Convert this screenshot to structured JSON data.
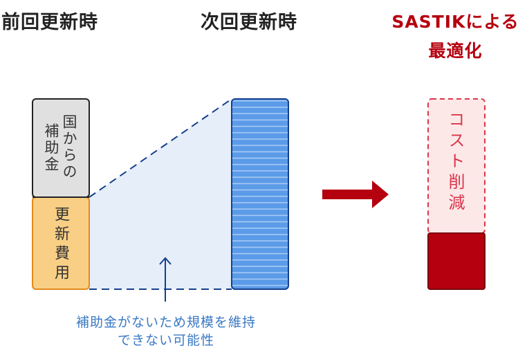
{
  "headers": {
    "previous": "前回更新時",
    "next": "次回更新時",
    "sastik_line1": "SASTIKによる",
    "sastik_line2": "最適化"
  },
  "previous_bar": {
    "subsidy_col1": "国からの",
    "subsidy_col2": "補助金",
    "cost": "更新費用"
  },
  "optimized_bar": {
    "reduction": "コスト削減"
  },
  "caption": {
    "line1": "補助金がないため規模を維持",
    "line2": "できない可能性"
  },
  "colors": {
    "subsidy": "#e0e0e0",
    "cost": "#f9cf85",
    "next": "#5b9be8",
    "reduction": "#fde8e8",
    "optimized": "#b5000f",
    "accent": "#b5000f",
    "line": "#163f8c"
  }
}
